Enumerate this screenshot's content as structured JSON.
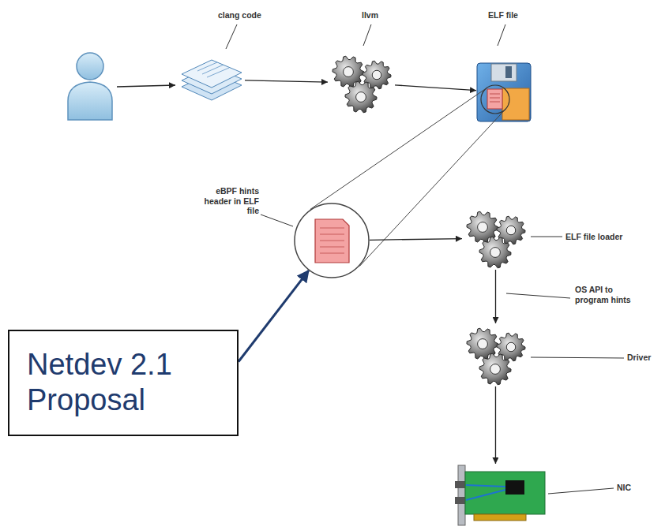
{
  "diagram": {
    "nodes": [
      {
        "text": [
          "clang code"
        ]
      },
      {
        "text": [
          "llvm"
        ]
      },
      {
        "text": [
          "ELF file"
        ]
      },
      {
        "text": [
          "eBPF hints header in ELF file"
        ]
      },
      {
        "text": [
          "ELF file loader"
        ]
      },
      {
        "text": [
          "Driver"
        ]
      },
      {
        "text": [
          "NIC"
        ]
      },
      {
        "text": [
          "Netdev 2.1 Proposal"
        ]
      }
    ],
    "edges": [
      {
        "from": 0,
        "to": 1,
        "arrow": "to"
      },
      {
        "from": 1,
        "to": 2,
        "arrow": "to"
      },
      {
        "from": 2,
        "to": 3,
        "arrow": "none"
      },
      {
        "from": 3,
        "to": 4,
        "arrow": "to"
      },
      {
        "from": 4,
        "to": 5,
        "arrow": "to",
        "label": "OS API to program hints"
      },
      {
        "from": 5,
        "to": 6,
        "arrow": "to"
      },
      {
        "from": 7,
        "to": 3,
        "arrow": "to"
      }
    ]
  }
}
